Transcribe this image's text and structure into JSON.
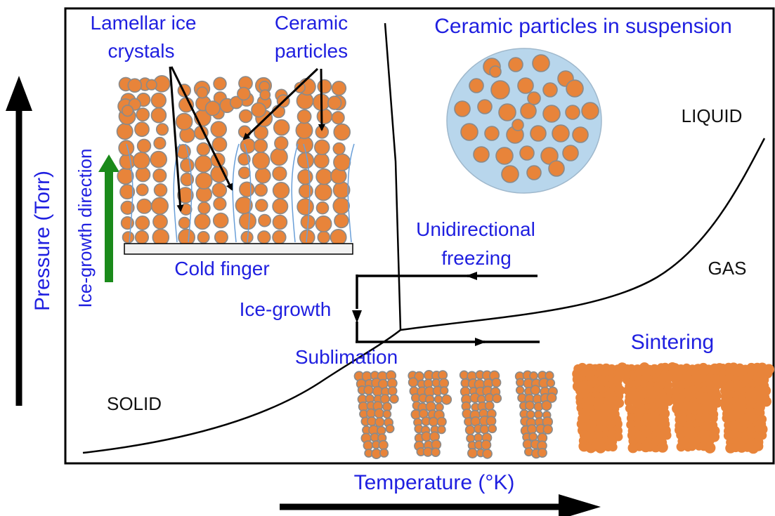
{
  "phase_labels": {
    "solid": "SOLID",
    "liquid": "LIQUID",
    "gas": "GAS"
  },
  "axes": {
    "y_label": "Pressure (Torr)",
    "x_label": "Temperature (°K)"
  },
  "inset": {
    "lamellar_line1": "Lamellar ice",
    "lamellar_line2": "crystals",
    "ceramic_line1": "Ceramic",
    "ceramic_line2": "particles",
    "cold_finger": "Cold finger",
    "growth_direction": "Ice-growth direction"
  },
  "suspension_label": "Ceramic particles in suspension",
  "process_labels": {
    "freezing_line1": "Unidirectional",
    "freezing_line2": "freezing",
    "ice_growth": "Ice-growth",
    "sublimation": "Sublimation",
    "sintering": "Sintering"
  },
  "colors": {
    "particle_fill": "#e8843a",
    "particle_stroke": "#8a8a8a",
    "suspension_fill": "#b8d6ec",
    "label_blue": "#1f1fe0",
    "green_arrow": "#1a8a1a",
    "ice_line": "#6a9fd8"
  }
}
